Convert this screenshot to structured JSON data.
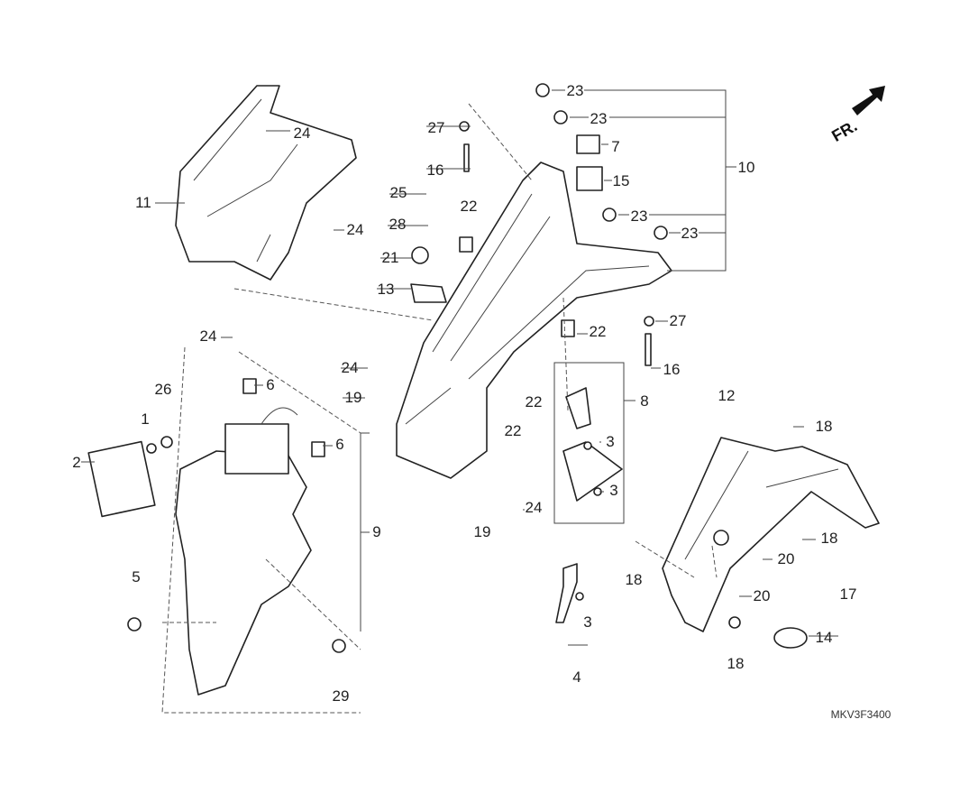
{
  "diagram": {
    "code": "MKV3F3400",
    "front_marker": "FR.",
    "callouts": [
      "23",
      "23",
      "7",
      "10",
      "15",
      "23",
      "23",
      "27",
      "16",
      "25",
      "22",
      "28",
      "21",
      "13",
      "22",
      "27",
      "16",
      "24",
      "24",
      "11",
      "24",
      "24",
      "19",
      "26",
      "6",
      "1",
      "6",
      "2",
      "9",
      "8",
      "3",
      "3",
      "22",
      "22",
      "19",
      "24",
      "5",
      "29",
      "3",
      "4",
      "12",
      "18",
      "18",
      "20",
      "20",
      "18",
      "17",
      "14",
      "18"
    ]
  }
}
